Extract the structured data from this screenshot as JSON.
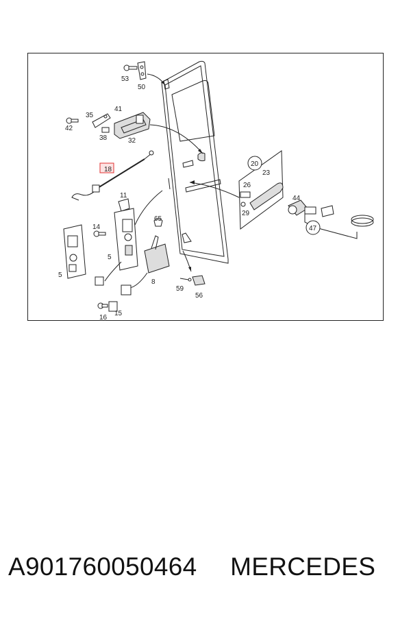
{
  "diagram": {
    "highlight_color": "#e03030",
    "parts": [
      {
        "id": "p53",
        "label": "53"
      },
      {
        "id": "p50",
        "label": "50"
      },
      {
        "id": "p35",
        "label": "35"
      },
      {
        "id": "p41",
        "label": "41"
      },
      {
        "id": "p42",
        "label": "42"
      },
      {
        "id": "p38",
        "label": "38"
      },
      {
        "id": "p32",
        "label": "32"
      },
      {
        "id": "p18",
        "label": "18",
        "highlighted": true
      },
      {
        "id": "p11",
        "label": "11"
      },
      {
        "id": "p14",
        "label": "14"
      },
      {
        "id": "p65",
        "label": "65"
      },
      {
        "id": "p5a",
        "label": "5"
      },
      {
        "id": "p5b",
        "label": "5"
      },
      {
        "id": "p8",
        "label": "8"
      },
      {
        "id": "p59",
        "label": "59"
      },
      {
        "id": "p56",
        "label": "56"
      },
      {
        "id": "p16",
        "label": "16"
      },
      {
        "id": "p15",
        "label": "15"
      },
      {
        "id": "p20",
        "label": "20"
      },
      {
        "id": "p23",
        "label": "23"
      },
      {
        "id": "p26",
        "label": "26"
      },
      {
        "id": "p29",
        "label": "29"
      },
      {
        "id": "p44",
        "label": "44"
      },
      {
        "id": "p47",
        "label": "47"
      }
    ]
  },
  "footer": {
    "part_number": "A901760050464",
    "brand": "MERCEDES"
  }
}
